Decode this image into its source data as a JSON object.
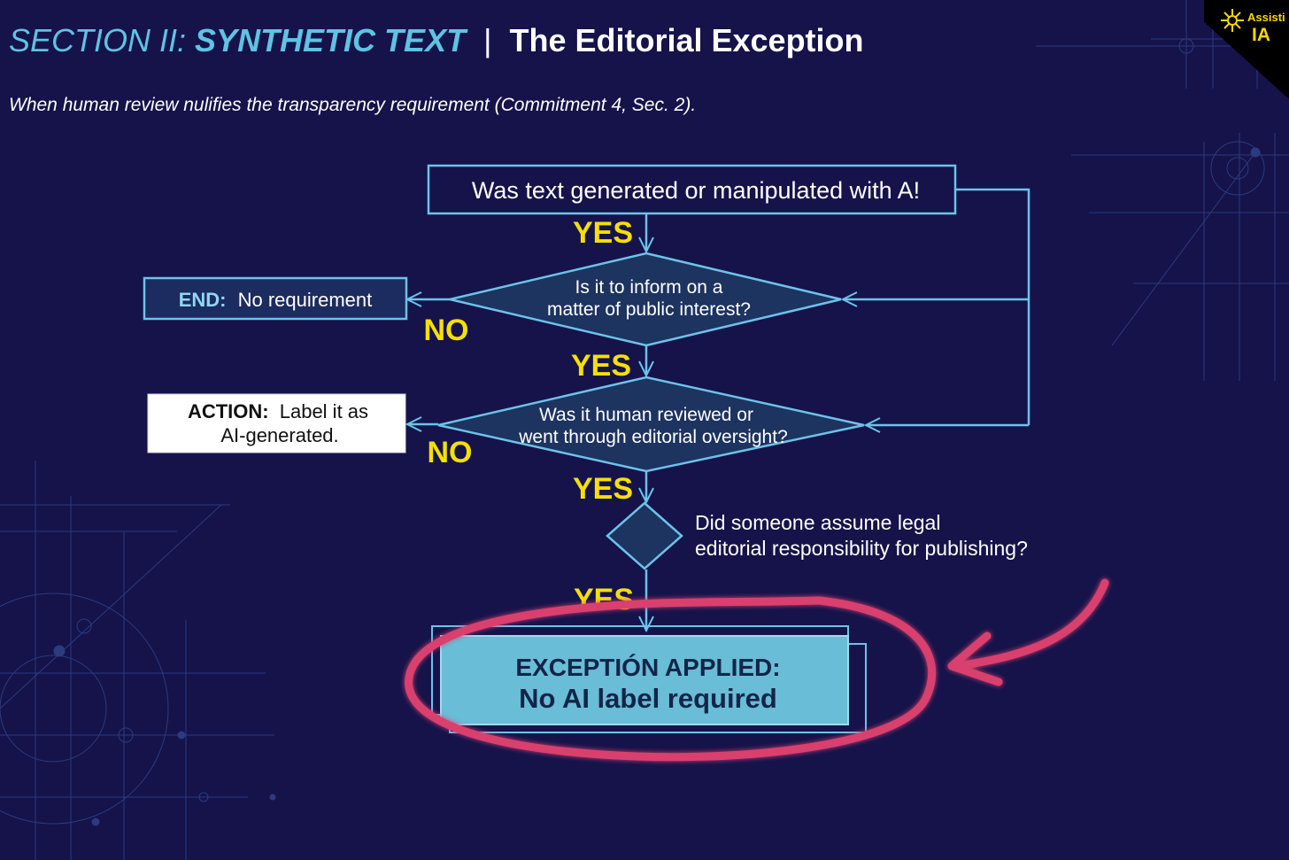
{
  "header": {
    "title_prefix": "SECTION II:",
    "title_emphasis": "SYNTHETIC TEXT",
    "separator": "|",
    "title_main": "The Editorial Exception",
    "subtitle": "When human review nulifies the transparency requirement (Commitment 4, Sec. 2)."
  },
  "brand": {
    "top_text": "Assisti",
    "bottom_text": "IA",
    "icon": "brain-circuit-icon"
  },
  "flowchart": {
    "start_question": "Was text generated or manipulated with A!",
    "question_1_line_1": "Is it to inform on a",
    "question_1_line_2": "matter of public interest?",
    "question_2_line_1": "Was it human reviewed or",
    "question_2_line_2": "went through editorial oversight?",
    "question_3_line_1": "Did someone assume legal",
    "question_3_line_2": "editorial responsibility for publishing?",
    "end_label": "END:",
    "end_text": "No requirement",
    "action_label": "ACTION:",
    "action_text_line_1": "Label it as",
    "action_text_line_2": "AI-generated.",
    "yes_1": "YES",
    "yes_2": "YES",
    "yes_3": "YES",
    "yes_4": "YES",
    "no_1": "NO",
    "no_2": "NO",
    "outcome_line_1": "EXCEPTIÓN APPLIED:",
    "outcome_line_2": "No AI label required"
  },
  "colors": {
    "background": "#15134a",
    "accent_blue": "#5fc3e3",
    "line_blue": "#6cc3ea",
    "yes_no_yellow": "#f5e000",
    "highlight_circle": "#d9406e",
    "outcome_fill": "#69bdd6"
  }
}
